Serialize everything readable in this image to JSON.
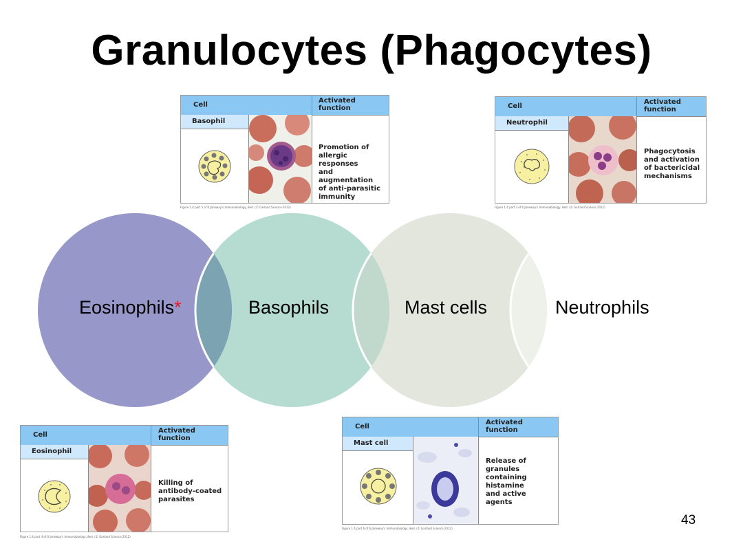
{
  "slide": {
    "title": "Granulocytes (Phagocytes)",
    "page_number": "43"
  },
  "venn": {
    "circles": [
      {
        "label": "Eosinophils",
        "marker": "*",
        "color": "#9897c9"
      },
      {
        "label": "Basophils",
        "color": "#b6dbd0"
      },
      {
        "label": "Mast cells",
        "color": "#e3e6dc"
      },
      {
        "label": "Neutrophils",
        "color": "#ffffff"
      }
    ]
  },
  "cards": {
    "header_cell": "Cell",
    "header_function": "Activated function",
    "basophil": {
      "cell": "Basophil",
      "function_lines": [
        "Promotion of",
        "allergic responses",
        "and augmentation",
        "of anti-parasitic",
        "immunity"
      ],
      "caption": "Figure 1.4 part 5 of 6  Janeway's Immunobiology, 8ed. (© Garland Science 2012)"
    },
    "neutrophil": {
      "cell": "Neutrophil",
      "function_lines": [
        "Phagocytosis",
        "and activation",
        "of bactericidal",
        "mechanisms"
      ],
      "caption": "Figure 1.4 part 3 of 6  Janeway's Immunobiology, 8ed. (© Garland Science 2012)"
    },
    "eosinophil": {
      "cell": "Eosinophil",
      "function_lines": [
        "Killing of",
        "antibody-coated",
        "parasites"
      ],
      "caption": "Figure 1.4 part 4 of 6  Janeway's Immunobiology, 8ed. (© Garland Science 2012)"
    },
    "mast_cell": {
      "cell": "Mast cell",
      "function_lines": [
        "Release of",
        "granules",
        "containing",
        "histamine",
        "and active",
        "agents"
      ],
      "caption": "Figure 1.4 part 6 of 6  Janeway's Immunobiology, 8ed. (© Garland Science 2012)"
    }
  }
}
